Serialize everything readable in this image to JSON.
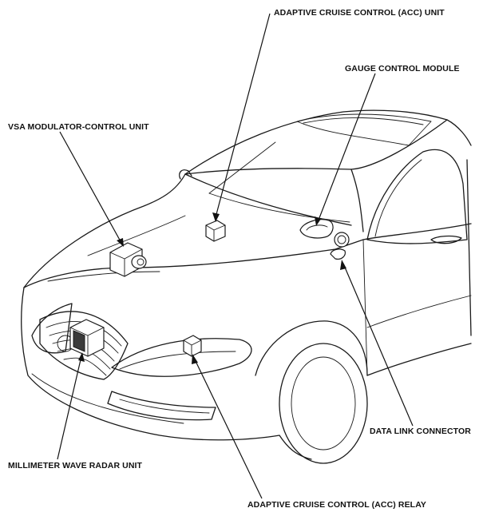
{
  "diagram": {
    "callouts": {
      "acc_unit": "ADAPTIVE CRUISE CONTROL (ACC) UNIT",
      "gauge_control_module": "GAUGE CONTROL MODULE",
      "vsa_modulator": "VSA MODULATOR-CONTROL UNIT",
      "data_link_connector": "DATA LINK CONNECTOR",
      "millimeter_wave_radar": "MILLIMETER WAVE RADAR UNIT",
      "acc_relay": "ADAPTIVE CRUISE CONTROL (ACC) RELAY"
    }
  },
  "colors": {
    "line": "#1a1a1a",
    "background": "#ffffff"
  }
}
